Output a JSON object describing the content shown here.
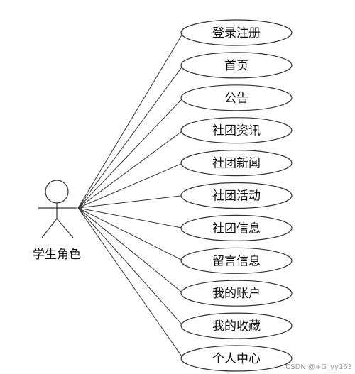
{
  "actor": {
    "label": "学生角色"
  },
  "use_cases": [
    {
      "label": "登录注册"
    },
    {
      "label": "首页"
    },
    {
      "label": "公告"
    },
    {
      "label": "社团资讯"
    },
    {
      "label": "社团新闻"
    },
    {
      "label": "社团活动"
    },
    {
      "label": "社团信息"
    },
    {
      "label": "留言信息"
    },
    {
      "label": "我的账户"
    },
    {
      "label": "我的收藏"
    },
    {
      "label": "个人中心"
    }
  ],
  "watermark": "CSDN @+G_yy163"
}
